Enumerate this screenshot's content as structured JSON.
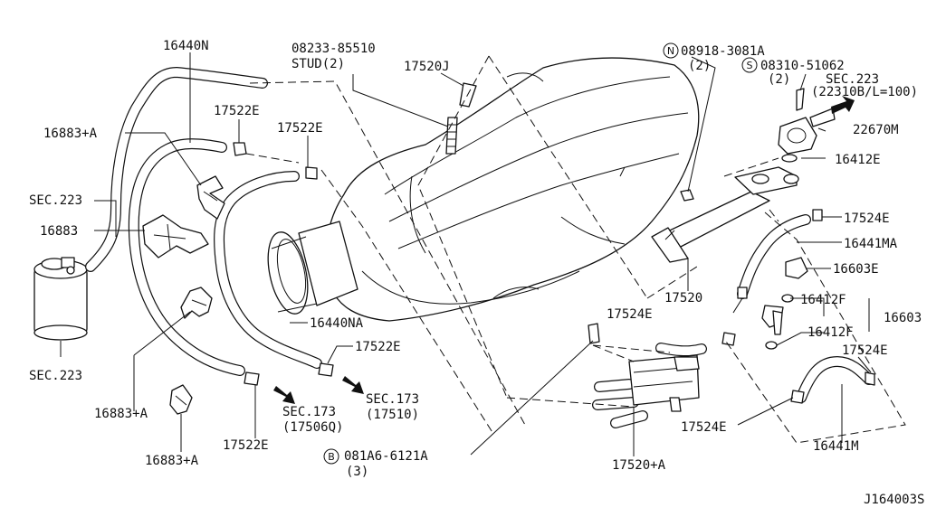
{
  "labels": {
    "l_16440N": "16440N",
    "l_08233": "08233-85510",
    "l_stud": "STUD(2)",
    "l_17520J": "17520J",
    "l_08918": "08918-3081A",
    "l_08918_q": "(2)",
    "l_08310": "08310-51062",
    "l_08310_q": "(2)",
    "l_sec223_r": "SEC.223",
    "l_sec223_r2": "(22310B/L=100)",
    "l_16883A_1": "16883+A",
    "l_17522E_1": "17522E",
    "l_17522E_2": "17522E",
    "l_22670M": "22670M",
    "l_16412E": "16412E",
    "l_sec223_l": "SEC.223",
    "l_16883": "16883",
    "l_17524E_1": "17524E",
    "l_16441MA": "16441MA",
    "l_16603E": "16603E",
    "l_17520": "17520",
    "l_17524E_2": "17524E",
    "l_16412F_1": "16412F",
    "l_16603": "16603",
    "l_16412F_2": "16412F",
    "l_16440NA": "16440NA",
    "l_17522E_3": "17522E",
    "l_17524E_3": "17524E",
    "l_sec223_b": "SEC.223",
    "l_sec173_1": "SEC.173",
    "l_17510": "(17510)",
    "l_16883A_2": "16883+A",
    "l_sec173_2": "SEC.173",
    "l_17506Q": "(17506Q)",
    "l_17524E_4": "17524E",
    "l_16441M": "16441M",
    "l_17522E_4": "17522E",
    "l_081A6": "081A6-6121A",
    "l_081A6_q": "(3)",
    "l_17520A": "17520+A",
    "l_16883A_3": "16883+A",
    "l_ref": "J164003S"
  },
  "markers": {
    "N": "N",
    "S": "S",
    "B": "B"
  }
}
